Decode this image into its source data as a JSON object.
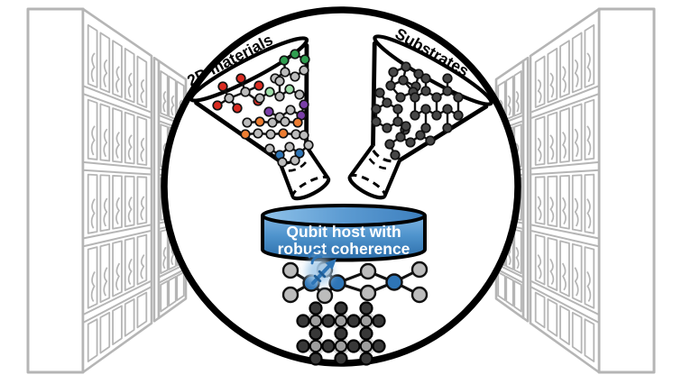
{
  "figure": {
    "funnels": [
      {
        "label": "2D materials"
      },
      {
        "label": "Substrates"
      }
    ],
    "dish": {
      "label_line1": "Qubit host with",
      "label_line2": "robust coherence"
    }
  },
  "icons": {
    "left_funnel": "funnel-icon",
    "right_funnel": "funnel-icon",
    "spin": "spin-arrow-icon",
    "racks": "database-rack-icon"
  },
  "colors": {
    "outline": "#000000",
    "rack_gray": "#b5b5b5",
    "dish_blue_light": "#7FB3E1",
    "dish_blue": "#4F94CD",
    "dish_blue_dark": "#2B6CA8",
    "qubit_blue": "#2E75B6",
    "glow_blue": "#A9CDEB",
    "atom_gray": "#bcbcbc",
    "atom_dark_gray": "#474747",
    "atom_red": "#D92B21",
    "atom_orange": "#ED7D31",
    "atom_green": "#2F9E4F",
    "atom_light_green": "#9FDDA9",
    "atom_purple": "#7A3FA8",
    "atom_blue": "#2E75B6",
    "substrate_atom": "#383838",
    "substrate_center_atom": "#9E9E9E",
    "substrate_diamond": "#D6D6D6"
  }
}
